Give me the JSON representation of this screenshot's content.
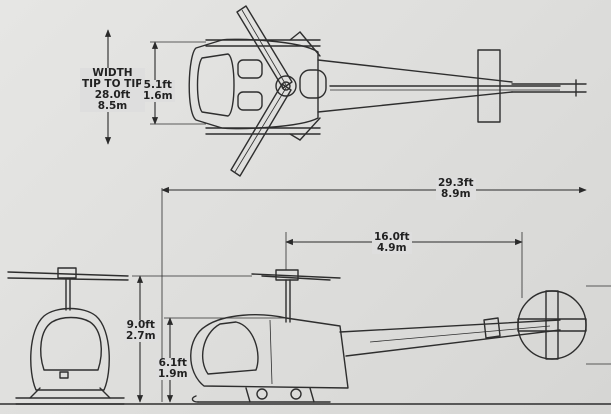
{
  "colors": {
    "ink": "#2e2e2e",
    "paper": "#dedede"
  },
  "top_view": {
    "width_title_line1": "WIDTH",
    "width_title_line2": "TIP TO TIP",
    "rotor_width_ft": "28.0ft",
    "rotor_width_m": "8.5m",
    "cabin_width_ft": "5.1ft",
    "cabin_width_m": "1.6m"
  },
  "side_view": {
    "overall_length_ft": "29.3ft",
    "overall_length_m": "8.9m",
    "tail_length_ft": "16.0ft",
    "tail_length_m": "4.9m",
    "overall_height_ft": "9.0ft",
    "overall_height_m": "2.7m",
    "cabin_height_ft": "6.1ft",
    "cabin_height_m": "1.9m"
  }
}
